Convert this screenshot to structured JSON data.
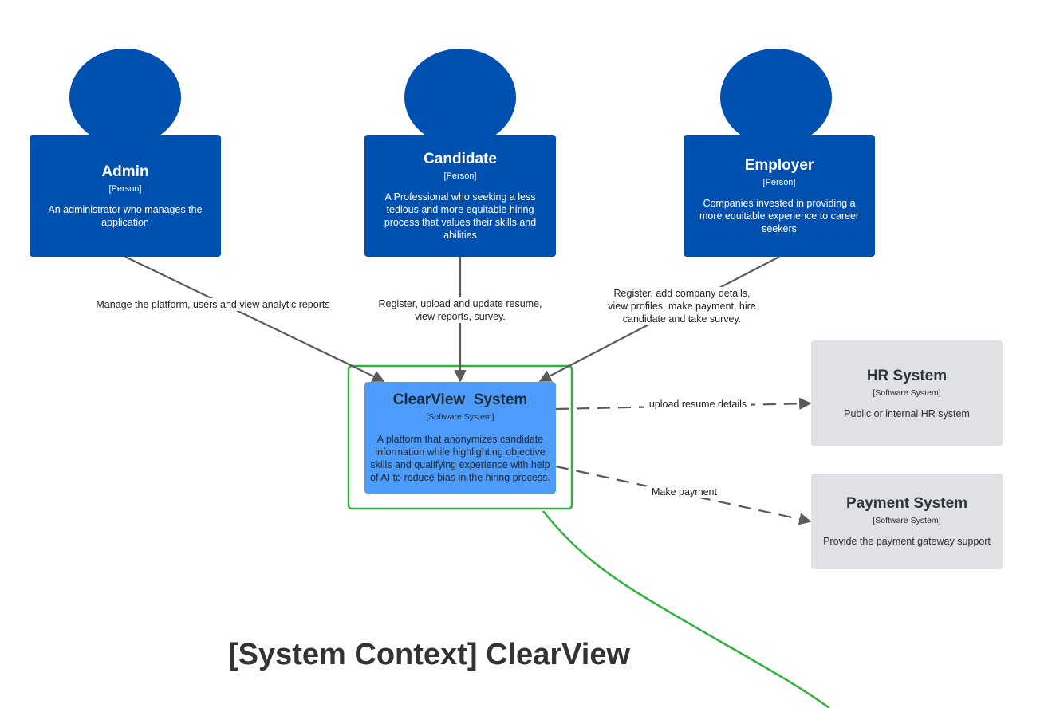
{
  "persons": [
    {
      "name": "Admin",
      "type": "[Person]",
      "description": "An administrator who manages the application"
    },
    {
      "name": "Candidate",
      "type": "[Person]",
      "description": "A Professional who seeking a less tedious and more equitable hiring process that values their skills and abilities"
    },
    {
      "name": "Employer",
      "type": "[Person]",
      "description": "Companies invested in providing a more equitable experience to career seekers"
    }
  ],
  "system": {
    "name": "ClearView  System",
    "type": "[Software System]",
    "description": "A platform that anonymizes candidate information while highlighting objective skills and qualifying experience with help of AI to reduce bias in the hiring process."
  },
  "external_systems": [
    {
      "name": "HR System",
      "type": "[Software System]",
      "description": "Public or internal HR system"
    },
    {
      "name": "Payment System",
      "type": "[Software System]",
      "description": "Provide the payment gateway support"
    }
  ],
  "relationships": [
    {
      "label": "Manage the platform, users and view analytic reports"
    },
    {
      "label": "Register, upload and update resume, view reports, survey."
    },
    {
      "label": "Register, add company details, view profiles, make payment, hire candidate and take survey."
    },
    {
      "label": "upload resume details"
    },
    {
      "label": "Make payment"
    }
  ],
  "title": "[System Context] ClearView",
  "colors": {
    "person": "#0050b0",
    "system": "#4d9bfa",
    "external": "#dfe1e5",
    "highlight": "#2db33a",
    "arrow": "#5a5a5a"
  }
}
